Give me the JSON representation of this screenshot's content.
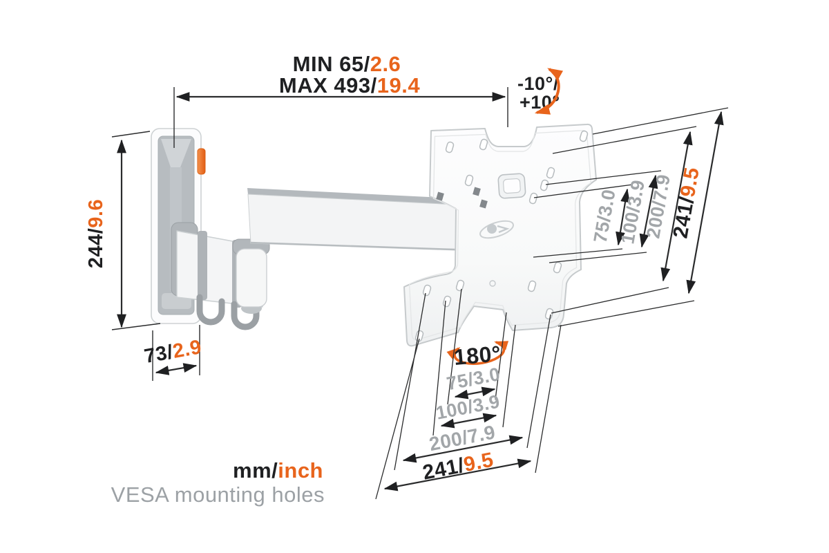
{
  "colors": {
    "accent": "#e8641c",
    "ink": "#1f2022",
    "line": "#2a2b2c",
    "gray_text": "#a2a6a9",
    "metal_gray": "#b4b9bd",
    "plate_stroke": "#c6cacc"
  },
  "dims": {
    "reach": {
      "min_mm": "MIN 65/",
      "min_in": "2.6",
      "max_mm": "MAX 493/",
      "max_in": "19.4"
    },
    "tilt": {
      "line1": "-10°/",
      "line2": "+10°"
    },
    "height": {
      "mm": "244/",
      "in": "9.6"
    },
    "depth": {
      "mm": "73/",
      "in": "2.9"
    },
    "swivel": "180°",
    "vesa_right": {
      "v75": "75/3.0",
      "v100": "100/3.9",
      "v200": "200/7.9",
      "v241_mm": "241/",
      "v241_in": "9.5"
    },
    "vesa_bottom": {
      "v75": "75/3.0",
      "v100": "100/3.9",
      "v200": "200/7.9",
      "v241_mm": "241/",
      "v241_in": "9.5"
    }
  },
  "legend": {
    "units_mm": "mm/",
    "units_in": "inch",
    "caption": "VESA mounting holes"
  }
}
